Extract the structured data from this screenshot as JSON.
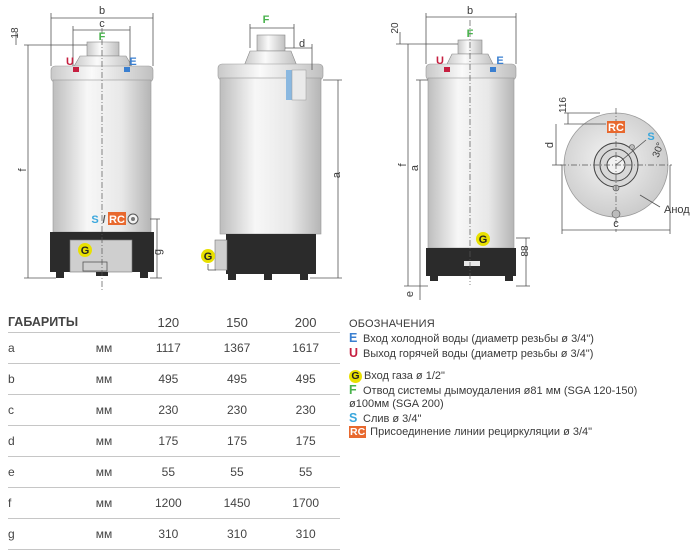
{
  "colors": {
    "E": "#3a7fd0",
    "U": "#c61f40",
    "G": "#e8e000",
    "F": "#48b24c",
    "S": "#3aa7dd",
    "RC": "#e8692f",
    "body_light": "#f6f6f6",
    "body_dark": "#c8c8c8",
    "base": "#2b2b2b"
  },
  "drawing": {
    "front": {
      "dims": {
        "b": "b",
        "c": "c",
        "f": "f",
        "g": "g",
        "top": "18"
      },
      "codes": {
        "F": "F",
        "U": "U",
        "E": "E",
        "S_RC_S": "S",
        "S_RC_slash": "/",
        "S_RC_RC": "RC",
        "G": "G"
      }
    },
    "side": {
      "dims": {
        "F": "F",
        "d": "d",
        "a": "a"
      },
      "codes": {
        "G": "G"
      }
    },
    "back": {
      "dims": {
        "b": "b",
        "top": "20",
        "f": "f",
        "a": "a",
        "e": "e",
        "r88": "88"
      },
      "codes": {
        "F": "F",
        "U": "U",
        "E": "E",
        "G": "G"
      }
    },
    "topview": {
      "dims": {
        "116": "116",
        "d": "d",
        "angle": "30°",
        "c": "c"
      },
      "codes": {
        "RC": "RC",
        "S": "S"
      },
      "anode_label": "Анод"
    }
  },
  "table": {
    "title": "ГАБАРИТЫ",
    "models": [
      "120",
      "150",
      "200"
    ],
    "rows": [
      {
        "dim": "a",
        "unit": "мм",
        "values": [
          "1117",
          "1367",
          "1617"
        ]
      },
      {
        "dim": "b",
        "unit": "мм",
        "values": [
          "495",
          "495",
          "495"
        ]
      },
      {
        "dim": "c",
        "unit": "мм",
        "values": [
          "230",
          "230",
          "230"
        ]
      },
      {
        "dim": "d",
        "unit": "мм",
        "values": [
          "175",
          "175",
          "175"
        ]
      },
      {
        "dim": "e",
        "unit": "мм",
        "values": [
          "55",
          "55",
          "55"
        ]
      },
      {
        "dim": "f",
        "unit": "мм",
        "values": [
          "1200",
          "1450",
          "1700"
        ]
      },
      {
        "dim": "g",
        "unit": "мм",
        "values": [
          "310",
          "310",
          "310"
        ]
      }
    ]
  },
  "legend": {
    "title": "ОБОЗНАЧЕНИЯ",
    "items": [
      {
        "code": "E",
        "text": "Вход холодной воды (диаметр резьбы ø 3/4\")"
      },
      {
        "code": "U",
        "text": "Выход горячей воды (диаметр резьбы ø 3/4\")"
      },
      {
        "code": "G",
        "text": "Вход газа ø 1/2\""
      },
      {
        "code": "F",
        "text": "Отвод системы дымоудаления ø81 мм (SGA 120-150)"
      },
      {
        "code": "",
        "text": "ø100мм (SGA 200)"
      },
      {
        "code": "S",
        "text": "Слив ø 3/4\""
      },
      {
        "code": "RC",
        "text": "Присоединение линии рециркуляции ø 3/4\""
      }
    ]
  }
}
